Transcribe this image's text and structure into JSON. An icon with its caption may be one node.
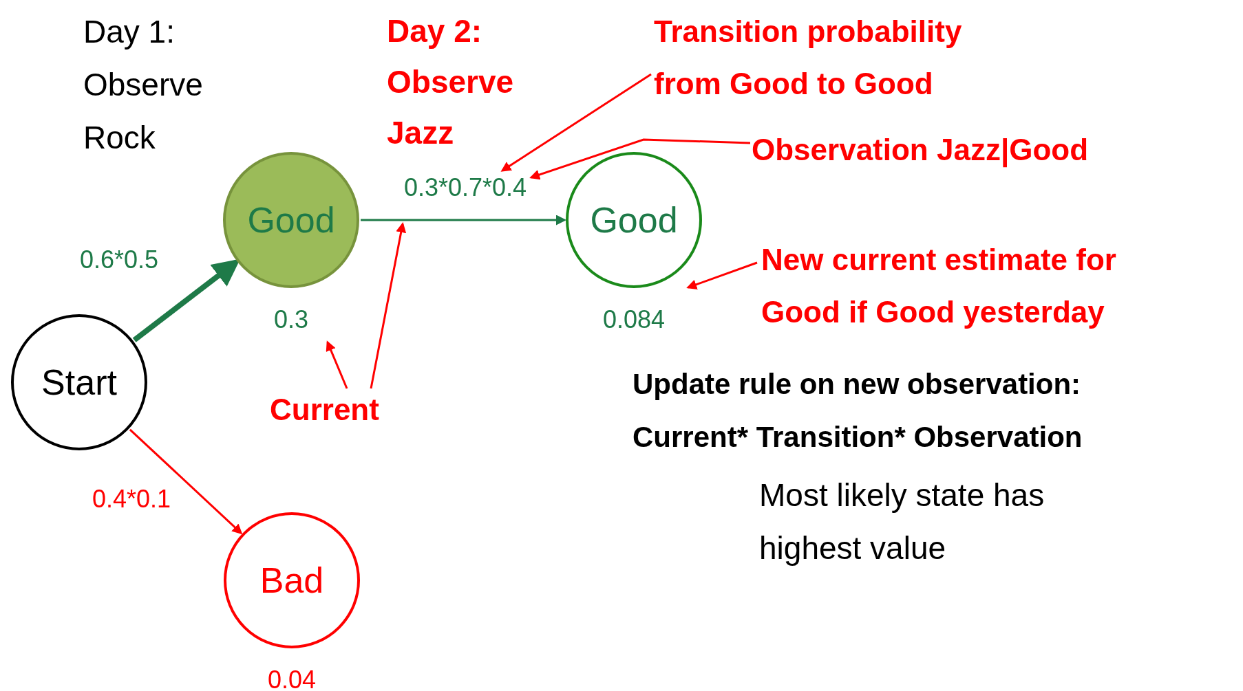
{
  "diagram": {
    "nodes": [
      {
        "text": [
          "Start"
        ]
      },
      {
        "text": [
          "Good"
        ],
        "beside": [
          "0.3"
        ]
      },
      {
        "text": [
          "Bad"
        ],
        "beside": [
          "0.04"
        ]
      },
      {
        "text": [
          "Good"
        ],
        "beside": [
          "0.084"
        ]
      },
      {
        "text": [
          "Transition probability from Good to Good"
        ]
      },
      {
        "text": [
          "Observation Jazz|Good"
        ]
      },
      {
        "text": [
          "New current estimate for Good if Good yesterday"
        ]
      },
      {
        "text": [
          "Current"
        ]
      }
    ],
    "edges": [
      {
        "from": 0,
        "to": 1,
        "arrow": "to",
        "label": "0.6*0.5",
        "style": "thick",
        "color": "#1e7a48"
      },
      {
        "from": 0,
        "to": 2,
        "arrow": "to",
        "label": "0.4*0.1"
      },
      {
        "from": 1,
        "to": 3,
        "arrow": "to",
        "label": "0.3*0.7*0.4",
        "color": "#1e7a48"
      },
      {
        "from": 4,
        "to": null,
        "arrow": "to"
      },
      {
        "from": 5,
        "to": null,
        "arrow": "to"
      },
      {
        "from": 6,
        "to": 3,
        "arrow": "to"
      },
      {
        "from": 7,
        "to": 1,
        "arrow": "to"
      },
      {
        "from": 7,
        "to": null,
        "arrow": "to"
      }
    ],
    "labels": [
      "Day 1: Observe Rock",
      "Day 2: Observe Jazz",
      "Update rule on new observation: Current* Transition* Observation",
      "Most likely state has highest value"
    ]
  }
}
